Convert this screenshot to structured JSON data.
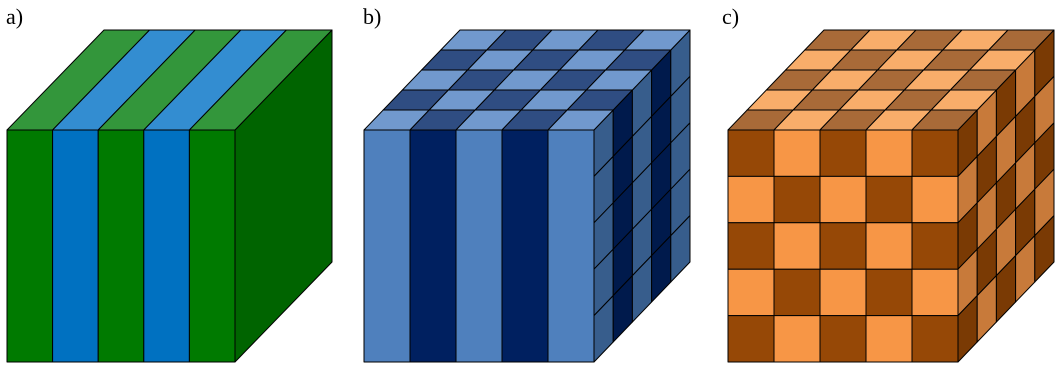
{
  "panels": [
    {
      "label": "a)",
      "pattern": "stripes",
      "grid": 5,
      "colors": {
        "front": [
          "#007a00",
          "#0071c1"
        ],
        "top": [
          "#33963b",
          "#338dd1"
        ],
        "side": [
          "#006400",
          "#006400"
        ]
      }
    },
    {
      "label": "b)",
      "pattern": "columns",
      "grid": 5,
      "colors": {
        "front": [
          "#4f80bd",
          "#002060"
        ],
        "top": [
          "#7199cd",
          "#2f4d82"
        ],
        "side": [
          "#375d8c",
          "#001a4c"
        ]
      }
    },
    {
      "label": "c)",
      "pattern": "checker",
      "grid": 5,
      "colors": {
        "front": [
          "#964806",
          "#f79646"
        ],
        "top": [
          "#a86a38",
          "#f8ad6a"
        ],
        "side": [
          "#7a3a04",
          "#c87a3a"
        ]
      }
    }
  ]
}
